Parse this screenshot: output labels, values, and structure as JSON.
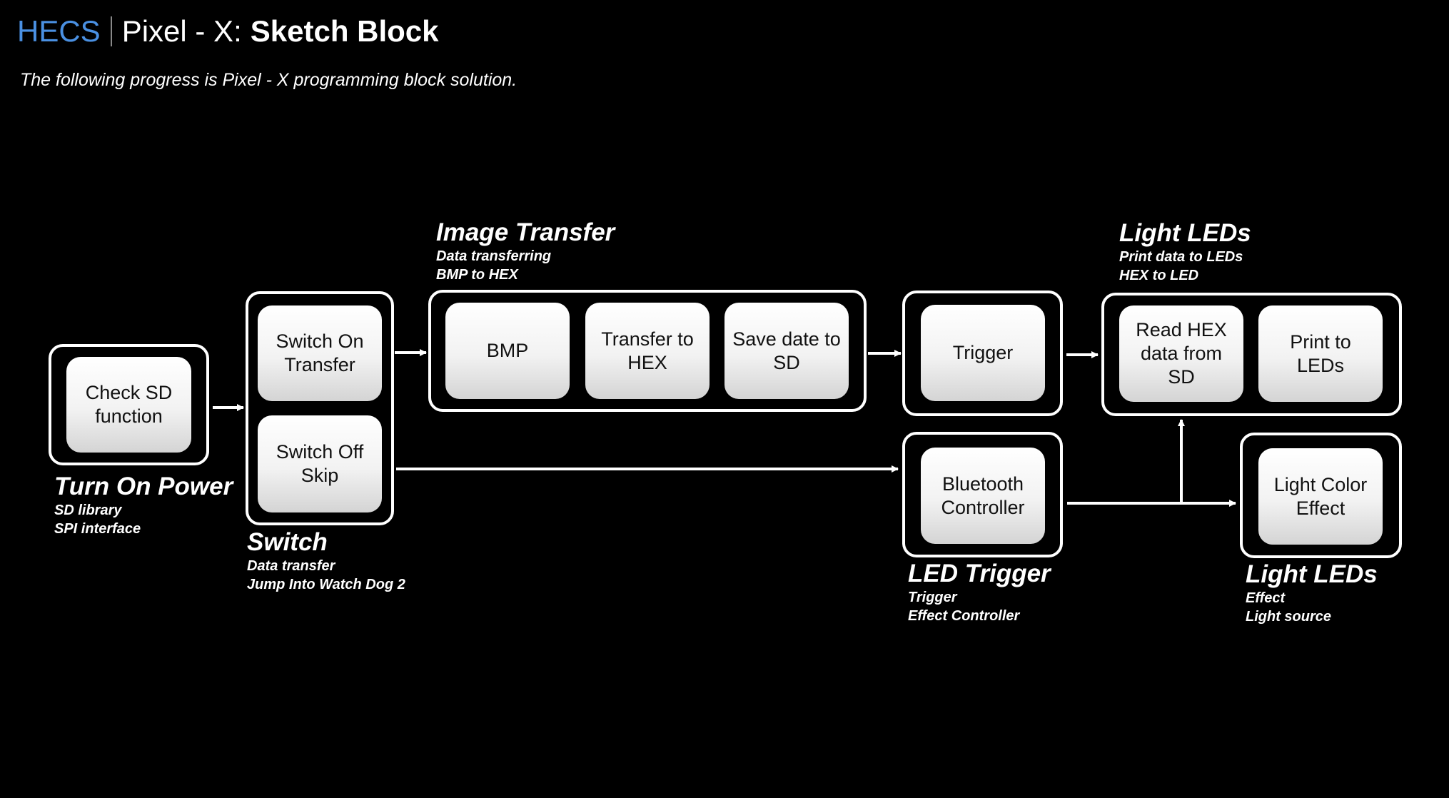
{
  "header": {
    "brand": "HECS",
    "app": "Pixel - X:",
    "title": "Sketch Block"
  },
  "subtitle": "The following progress is Pixel - X programming block solution.",
  "groups": {
    "turn_on_power": {
      "title": "Turn On Power",
      "lines": [
        "SD library",
        "SPI interface"
      ]
    },
    "switch": {
      "title": "Switch",
      "lines": [
        "Data transfer",
        "Jump Into Watch Dog 2"
      ]
    },
    "image_transfer": {
      "title": "Image Transfer",
      "lines": [
        "Data transferring",
        "BMP to HEX"
      ]
    },
    "led_trigger": {
      "title": "LED Trigger",
      "lines": [
        "Trigger",
        "Effect Controller"
      ]
    },
    "light_leds_top": {
      "title": "Light LEDs",
      "lines": [
        "Print data to LEDs",
        "HEX to LED"
      ]
    },
    "light_leds_bottom": {
      "title": "Light LEDs",
      "lines": [
        "Effect",
        "Light source"
      ]
    }
  },
  "blocks": {
    "check_sd": "Check SD function",
    "switch_on": "Switch On Transfer",
    "switch_off": "Switch Off Skip",
    "bmp": "BMP",
    "transfer_hex": "Transfer to HEX",
    "save_sd": "Save date to SD",
    "trigger": "Trigger",
    "bluetooth": "Bluetooth Controller",
    "read_hex": "Read HEX data from SD",
    "print_leds": "Print to LEDs",
    "light_color": "Light Color Effect"
  },
  "colors": {
    "background": "#000000",
    "brand": "#4a90e2",
    "line": "#ffffff"
  }
}
